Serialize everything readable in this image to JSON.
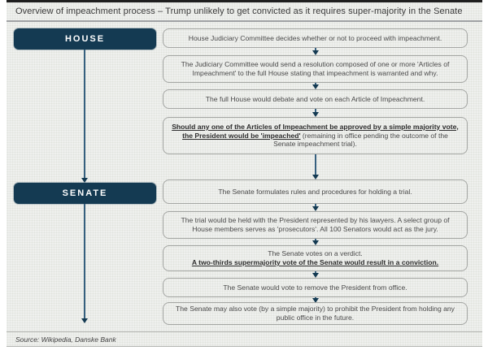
{
  "header": {
    "title": "Overview of impeachment process – Trump unlikely to get convicted as it requires super-majority in the Senate"
  },
  "lanes": {
    "house": "HOUSE",
    "senate": "SENATE"
  },
  "steps": [
    {
      "segments": [
        {
          "text": "House Judiciary Committee decides whether or not to proceed with impeachment."
        }
      ]
    },
    {
      "segments": [
        {
          "text": "The Judiciary Committee would send a resolution composed of one or more 'Articles of Impeachment' to the full House stating that impeachment is warranted and why."
        }
      ]
    },
    {
      "segments": [
        {
          "text": "The full House would debate and vote on each Article of Impeachment."
        }
      ]
    },
    {
      "segments": [
        {
          "text": "Should any one of the Articles of Impeachment be approved by a simple majority vote, the President would be 'impeached'"
        },
        {
          "text": " (remaining in office pending the outcome of the Senate impeachment trial)."
        }
      ]
    },
    {
      "segments": [
        {
          "text": "The Senate formulates rules and procedures for holding a trial."
        }
      ]
    },
    {
      "segments": [
        {
          "text": "The trial would be held with the President represented by his lawyers. A select group of House members serves as 'prosecutors'. All 100 Senators would act as the jury."
        }
      ]
    },
    {
      "segments": [
        {
          "text": "The Senate votes on a verdict."
        },
        {
          "text": "A two-thirds supermajority vote of the Senate would result in a conviction."
        }
      ]
    },
    {
      "segments": [
        {
          "text": "The Senate would vote to remove the President from office."
        }
      ]
    },
    {
      "segments": [
        {
          "text": "The Senate may also vote (by a simple majority) to prohibit the President from holding any public office in the future."
        }
      ]
    }
  ],
  "footer": {
    "source": "Source: Wikipedia, Danske Bank"
  },
  "colors": {
    "navy": "#143a52",
    "arrow": "#36607f",
    "box_border": "#a4a6a3",
    "bg": "#eff0ee"
  }
}
